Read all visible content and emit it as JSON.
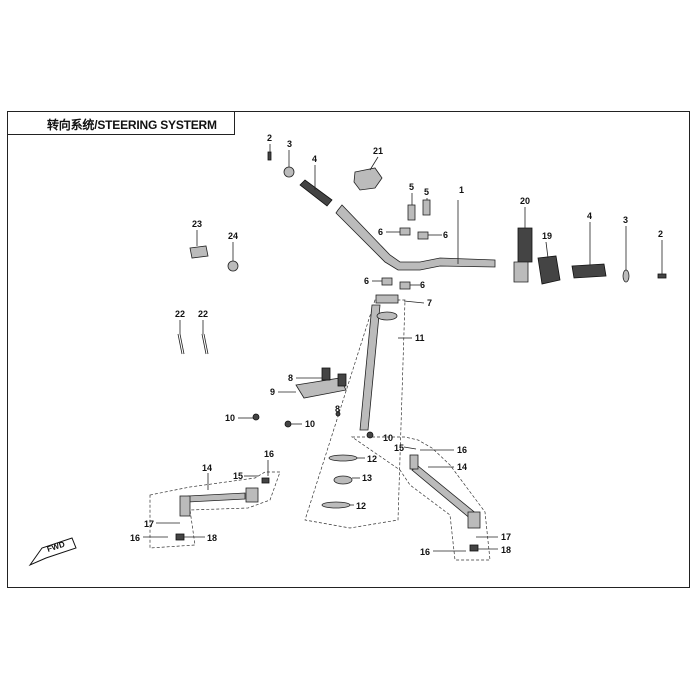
{
  "title": "转向系统/STEERING SYSTERM",
  "fwd_label": "FWD",
  "callouts": [
    "1",
    "2",
    "3",
    "4",
    "5",
    "6",
    "7",
    "8",
    "9",
    "10",
    "11",
    "12",
    "13",
    "14",
    "15",
    "16",
    "17",
    "18",
    "19",
    "20",
    "21",
    "22",
    "23",
    "24"
  ]
}
